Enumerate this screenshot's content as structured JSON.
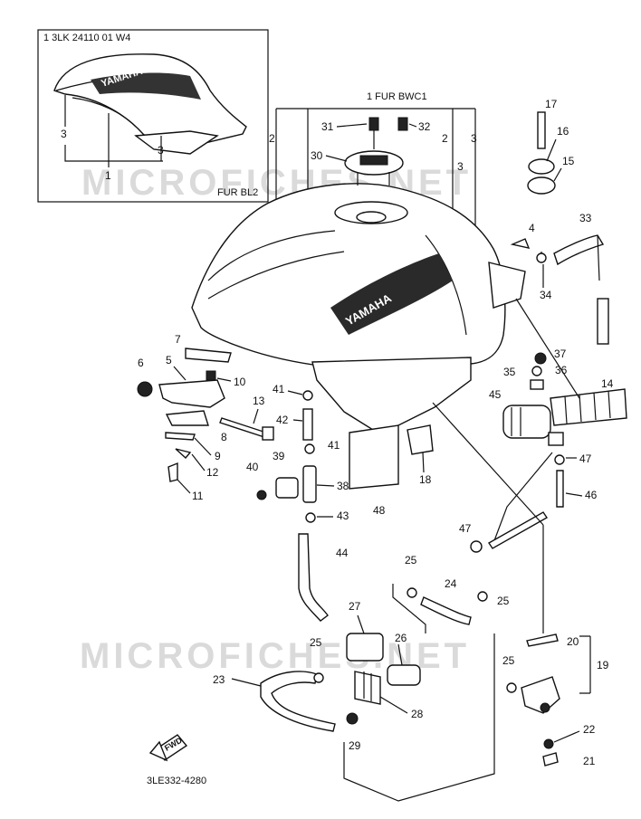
{
  "inset": {
    "code": "1  3LK  24110  01  W4",
    "badge": "YAMAHA",
    "variant": "FUR BL2",
    "callouts": [
      "3",
      "3",
      "1"
    ]
  },
  "main": {
    "variant": "1  FUR BWC1",
    "tank_badge": "YAMAHA",
    "watermark": "MICROFICHES.NET",
    "fwd": "FWD",
    "diagram_code": "3LE332-4280"
  },
  "callouts": {
    "c2a": "2",
    "c2b": "2",
    "c3a": "3",
    "c3b": "3",
    "c4": "4",
    "c5": "5",
    "c6": "6",
    "c7": "7",
    "c8": "8",
    "c9": "9",
    "c10": "10",
    "c11": "11",
    "c12": "12",
    "c13": "13",
    "c14": "14",
    "c15": "15",
    "c16": "16",
    "c17": "17",
    "c18": "18",
    "c19": "19",
    "c20": "20",
    "c21": "21",
    "c22": "22",
    "c23": "23",
    "c24": "24",
    "c25a": "25",
    "c25b": "25",
    "c25c": "25",
    "c25d": "25",
    "c26": "26",
    "c27": "27",
    "c28": "28",
    "c29": "29",
    "c30": "30",
    "c31": "31",
    "c32": "32",
    "c33": "33",
    "c34": "34",
    "c35": "35",
    "c36": "36",
    "c37": "37",
    "c38": "38",
    "c39": "39",
    "c40": "40",
    "c41a": "41",
    "c41b": "41",
    "c42": "42",
    "c43": "43",
    "c44": "44",
    "c45": "45",
    "c46": "46",
    "c47a": "47",
    "c47b": "47",
    "c48": "48"
  },
  "colors": {
    "ink": "#111111",
    "paper": "#ffffff",
    "watermark": "#d8d8d8"
  }
}
